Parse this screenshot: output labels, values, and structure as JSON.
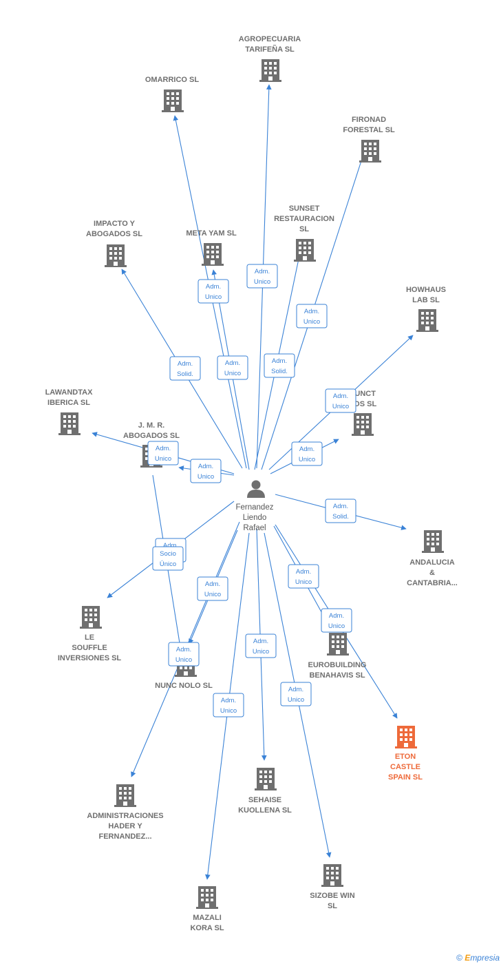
{
  "center": {
    "name_lines": [
      "Fernandez",
      "Liendo",
      "Rafael"
    ],
    "icon": "person-icon"
  },
  "colors": {
    "edge": "#3a82d6",
    "building": "#6f6f6f",
    "highlight": "#ee6a3a"
  },
  "companies": [
    {
      "id": "agropecuaria",
      "lines": [
        "AGROPECUARIA",
        "TARIFEÑA  SL"
      ],
      "icon": "building-icon",
      "edge": {
        "label": [
          "Adm.",
          "Unico"
        ]
      }
    },
    {
      "id": "omarrico",
      "lines": [
        "OMARRICO  SL"
      ],
      "icon": "building-icon",
      "edge": {
        "label": [
          "Adm.",
          "Unico"
        ]
      }
    },
    {
      "id": "fironad",
      "lines": [
        "FIRONAD",
        "FORESTAL  SL"
      ],
      "icon": "building-icon",
      "edge": {
        "label": [
          "Adm.",
          "Unico"
        ]
      }
    },
    {
      "id": "sunset",
      "lines": [
        "SUNSET",
        "RESTAURACION",
        "SL"
      ],
      "icon": "building-icon",
      "edge": {
        "label": [
          "Adm.",
          "Solid."
        ]
      }
    },
    {
      "id": "metayam",
      "lines": [
        "META YAM  SL"
      ],
      "icon": "building-icon",
      "edge": {
        "label": [
          "Adm.",
          "Unico"
        ]
      }
    },
    {
      "id": "impacto",
      "lines": [
        "IMPACTO Y",
        "ABOGADOS SL"
      ],
      "icon": "building-icon",
      "edge": {
        "label": [
          "Adm.",
          "Solid."
        ]
      }
    },
    {
      "id": "howhaus",
      "lines": [
        "HOWHAUS",
        "LAB  SL"
      ],
      "icon": "building-icon",
      "edge": {
        "label": [
          "Adm.",
          "Unico"
        ]
      }
    },
    {
      "id": "punct",
      "lines": [
        "PUNCT",
        "VOS  SL"
      ],
      "icon": "building-icon",
      "edge": {
        "label": [
          "Adm.",
          "Unico"
        ]
      }
    },
    {
      "id": "lawandtax",
      "lines": [
        "LAWANDTAX",
        "IBERICA  SL"
      ],
      "icon": "building-icon",
      "edge": {
        "label": [
          "Adm.",
          "Unico"
        ]
      }
    },
    {
      "id": "jmr",
      "lines": [
        "J.  M.  R.",
        "ABOGADOS SL"
      ],
      "icon": "building-icon",
      "edge": {
        "label": [
          "Adm.",
          "Unico"
        ]
      }
    },
    {
      "id": "andalucia",
      "lines": [
        "ANDALUCIA",
        "&",
        "CANTABRIA..."
      ],
      "icon": "building-icon",
      "edge": {
        "label": [
          "Adm.",
          "Solid."
        ]
      }
    },
    {
      "id": "lesouffle",
      "lines": [
        "LE",
        "SOUFFLE",
        "INVERSIONES SL"
      ],
      "icon": "building-icon",
      "edge": {
        "label": [
          "Adm.",
          "Unico"
        ]
      }
    },
    {
      "id": "nuncnolo",
      "lines": [
        "NUNC NOLO SL"
      ],
      "icon": "building-icon",
      "edge": {
        "label": [
          "Socio",
          "Único"
        ]
      }
    },
    {
      "id": "eurobuilding",
      "lines": [
        "EUROBUILDING",
        "BENAHAVIS  SL"
      ],
      "icon": "building-icon",
      "edge": {
        "label": [
          "Adm.",
          "Unico"
        ]
      }
    },
    {
      "id": "eton",
      "lines": [
        "ETON",
        "CASTLE",
        "SPAIN  SL"
      ],
      "icon": "building-icon",
      "highlight": true,
      "edge": {
        "label": [
          "Adm.",
          "Unico"
        ]
      }
    },
    {
      "id": "administraciones",
      "lines": [
        "ADMINISTRACIONES",
        "HADER Y",
        "FERNANDEZ..."
      ],
      "icon": "building-icon",
      "edge": {
        "label": [
          "Adm.",
          "Unico"
        ]
      }
    },
    {
      "id": "sehaise",
      "lines": [
        "SEHAISE",
        "KUOLLENA  SL"
      ],
      "icon": "building-icon",
      "edge": {
        "label": [
          "Adm.",
          "Unico"
        ]
      }
    },
    {
      "id": "mazali",
      "lines": [
        "MAZALI",
        "KORA  SL"
      ],
      "icon": "building-icon",
      "edge": {
        "label": [
          "Adm.",
          "Unico"
        ]
      }
    },
    {
      "id": "sizobe",
      "lines": [
        "SIZOBE WIN",
        "SL"
      ],
      "icon": "building-icon",
      "edge": {
        "label": [
          "Adm.",
          "Unico"
        ]
      }
    },
    {
      "id": "extra-nuncnolo",
      "lines": [],
      "icon": null,
      "edge": {
        "label": [
          "Adm.",
          "Unico"
        ]
      }
    }
  ],
  "footer": {
    "copyright": "©",
    "brand_first": "E",
    "brand_rest": "mpresia"
  }
}
